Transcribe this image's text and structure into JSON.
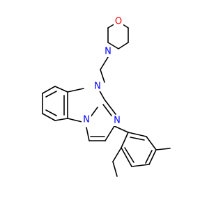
{
  "colors": {
    "background": "#ffffff",
    "bond": "#000000",
    "nitrogen": "#0000ff",
    "oxygen": "#ff0000"
  },
  "atoms": {
    "morpholine_oxygen": "O",
    "morpholine_nitrogen": "N",
    "imidazole_nitrogen_bridge": "N",
    "imidazole_nitrogen_right": "N",
    "imidazole_nitrogen_fused": "N"
  }
}
